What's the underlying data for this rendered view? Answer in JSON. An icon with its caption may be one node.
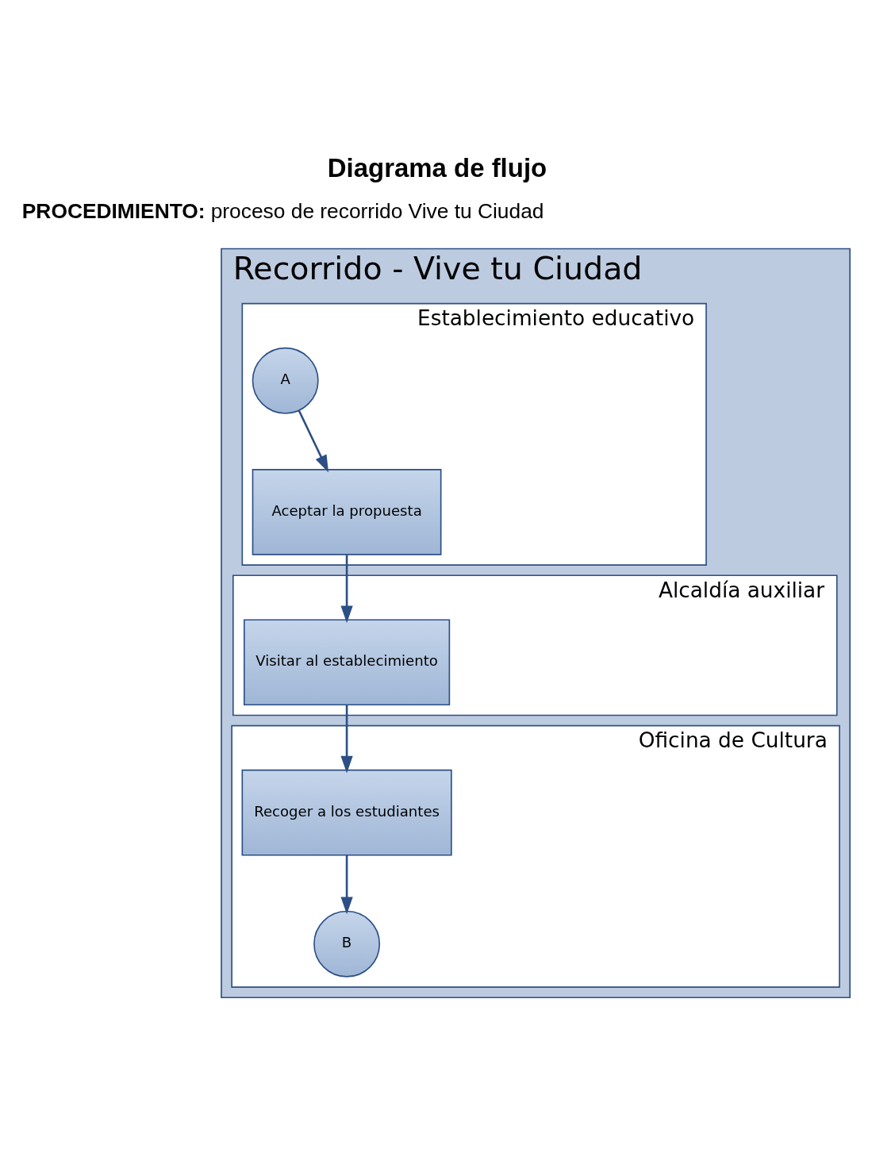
{
  "diagram": {
    "title": "Diagrama de flujo",
    "nodes": [
      {
        "text": [
          "Recorrido - Vive tu Ciudad"
        ]
      },
      {
        "text": [
          "Establecimiento educativo"
        ],
        "in": 0
      },
      {
        "text": [
          "Alcaldía auxiliar"
        ],
        "in": 0
      },
      {
        "text": [
          "Oficina de Cultura"
        ],
        "in": 0
      },
      {
        "text": [
          "A"
        ],
        "in": 1
      },
      {
        "text": [
          "Aceptar la propuesta"
        ],
        "in": 1
      },
      {
        "text": [
          "Visitar al establecimiento"
        ],
        "in": 2
      },
      {
        "text": [
          "Recoger a los estudiantes"
        ],
        "in": 3
      },
      {
        "text": [
          "B"
        ],
        "in": 3
      }
    ],
    "edges": [
      {
        "from": 4,
        "to": 5,
        "arrow": "to"
      },
      {
        "from": 5,
        "to": 6,
        "arrow": "to"
      },
      {
        "from": 6,
        "to": 7,
        "arrow": "to"
      },
      {
        "from": 7,
        "to": 8,
        "arrow": "to"
      }
    ],
    "labels": [
      "**PROCEDIMIENTO:** proceso de recorrido Vive tu Ciudad"
    ]
  }
}
